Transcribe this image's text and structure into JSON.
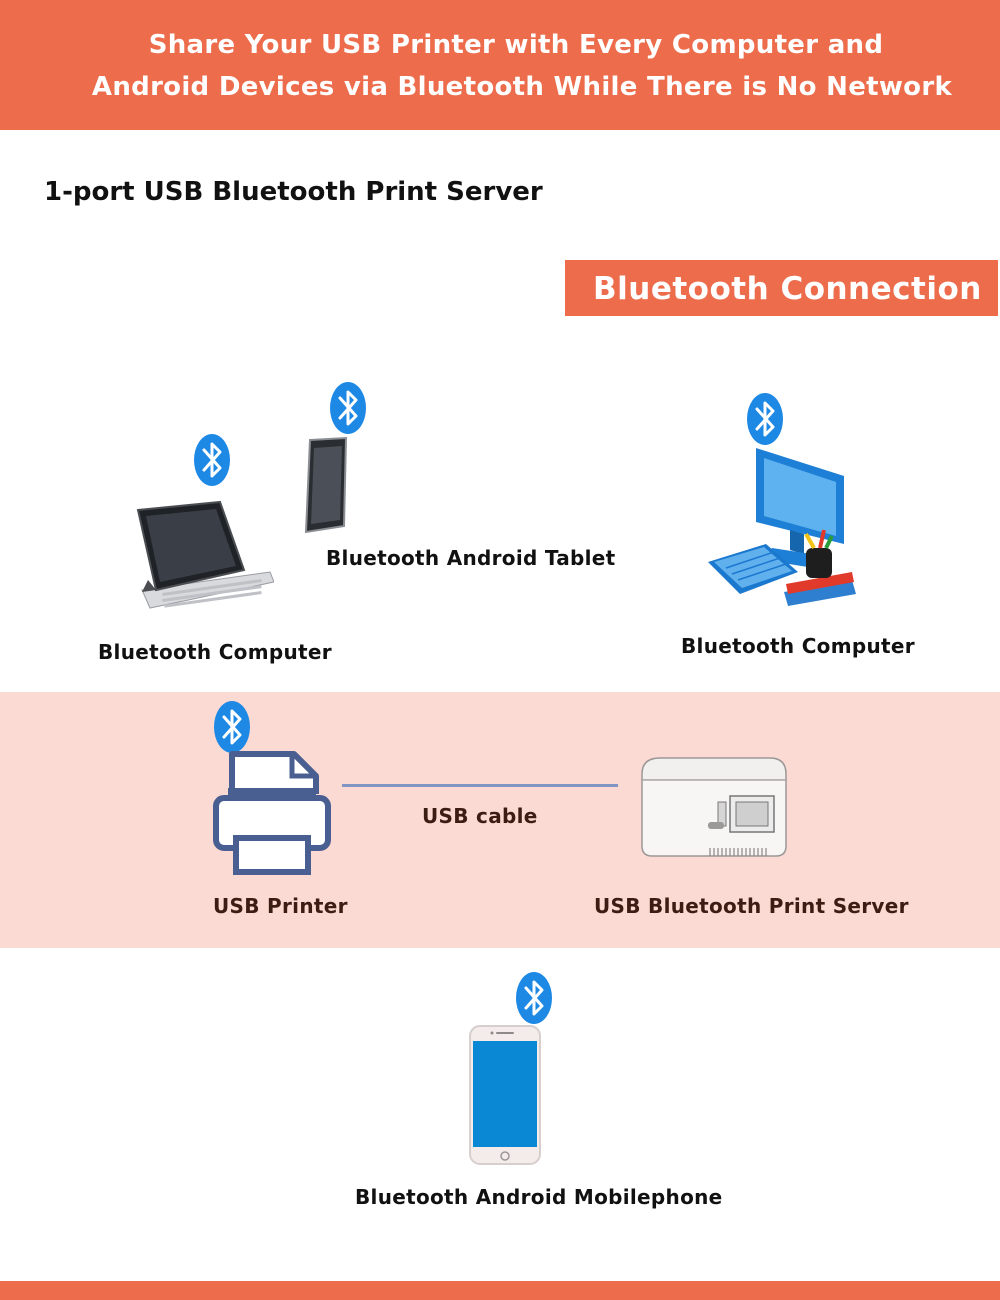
{
  "header": {
    "line1": "Share Your USB Printer with Every Computer and",
    "line2": "Android Devices via Bluetooth While There is No Network"
  },
  "subtitle": "1-port USB Bluetooth Print Server",
  "connection_tag": "Bluetooth Connection",
  "devices": {
    "tablet_label": "Bluetooth Android Tablet",
    "laptop_label": "Bluetooth Computer",
    "desktop_label": "Bluetooth Computer",
    "printer_label": "USB Printer",
    "cable_label": "USB cable",
    "server_label": "USB Bluetooth Print Server",
    "phone_label": "Bluetooth Android Mobilephone"
  },
  "colors": {
    "accent": "#ec6c4c",
    "band": "#fadad3",
    "bluetooth": "#1e88e5",
    "printer": "#4a5f91"
  },
  "icons": [
    "bluetooth-icon",
    "tablet-keyboard-icon",
    "android-tablet-icon",
    "desktop-computer-icon",
    "printer-icon",
    "print-server-icon",
    "smartphone-icon"
  ]
}
